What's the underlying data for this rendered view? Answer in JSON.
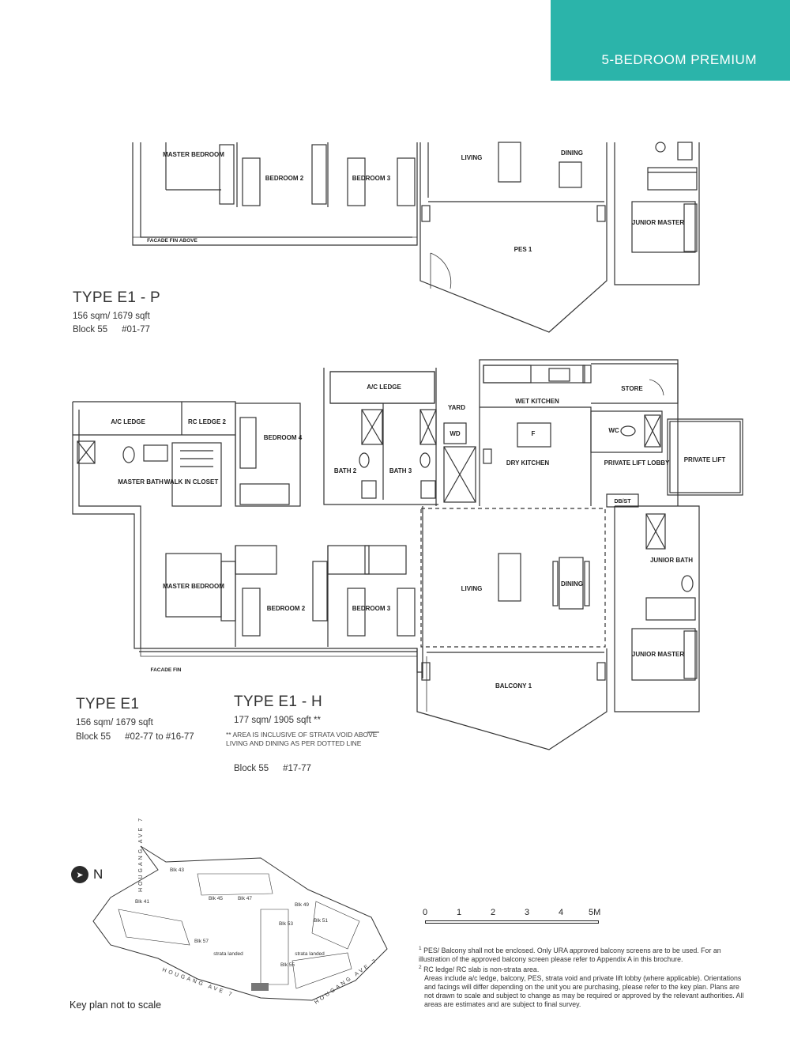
{
  "header": {
    "title": "5-BEDROOM PREMIUM"
  },
  "types": {
    "e1p": {
      "title": "TYPE E1 - P",
      "area": "156 sqm/ 1679 sqft",
      "block": "Block 55",
      "units": "#01-77"
    },
    "e1": {
      "title": "TYPE E1",
      "area": "156 sqm/ 1679 sqft",
      "block": "Block 55",
      "units": "#02-77 to #16-77"
    },
    "e1h": {
      "title": "TYPE E1 - H",
      "area": "177 sqm/ 1905 sqft **",
      "note": "** AREA IS INCLUSIVE OF STRATA VOID ABOVE LIVING AND DINING AS PER DOTTED LINE",
      "block": "Block 55",
      "units": "#17-77"
    }
  },
  "rooms_top": {
    "master_bedroom": "MASTER BEDROOM",
    "bedroom2": "BEDROOM 2",
    "bedroom3": "BEDROOM 3",
    "living": "LIVING",
    "dining": "DINING",
    "junior_master": "JUNIOR MASTER",
    "pes": "PES 1",
    "facade": "FACADE FIN ABOVE"
  },
  "rooms_main": {
    "ac_ledge_left": "A/C LEDGE",
    "rc_ledge": "RC LEDGE 2",
    "bedroom4": "BEDROOM 4",
    "master_bath": "MASTER BATH",
    "walk_in": "WALK IN CLOSET",
    "ac_ledge_top": "A/C LEDGE",
    "bath2": "BATH 2",
    "bath3": "BATH 3",
    "yard": "YARD",
    "wd": "WD",
    "wet_kitchen": "WET KITCHEN",
    "f": "F",
    "dry_kitchen": "DRY KITCHEN",
    "store": "STORE",
    "wc": "WC",
    "private_lift_lobby": "PRIVATE LIFT LOBBY",
    "private_lift": "PRIVATE LIFT",
    "dbst": "DB/ST",
    "junior_bath": "JUNIOR BATH",
    "master_bedroom": "MASTER BEDROOM",
    "bedroom2": "BEDROOM 2",
    "bedroom3": "BEDROOM 3",
    "living": "LIVING",
    "dining": "DINING",
    "junior_master": "JUNIOR MASTER",
    "balcony": "BALCONY 1",
    "facade": "FACADE FIN"
  },
  "keyplan": {
    "north": "N",
    "caption": "Key plan not to scale",
    "road1": "HOUGANG AVE 7",
    "road2": "HOUGANG AVE 7",
    "road3": "HOUGANG AVE 7",
    "blocks": [
      "Blk 43",
      "Blk 41",
      "Blk 45",
      "Blk 47",
      "Blk 49",
      "Blk 51",
      "Blk 53",
      "Blk 55",
      "Blk 57"
    ],
    "strata1": "strata landed",
    "strata2": "strata landed"
  },
  "scale": {
    "labels": [
      "0",
      "1",
      "2",
      "3",
      "4",
      "5M"
    ]
  },
  "footnotes": {
    "fn1_mark": "1",
    "fn1": "PES/ Balcony shall not be enclosed. Only URA approved balcony screens are to be used. For an illustration of the approved balcony screen please refer to Appendix A in this brochure.",
    "fn2_mark": "2",
    "fn2": "RC ledge/ RC slab is non-strata area.",
    "fn3": "Areas include a/c ledge, balcony, PES, strata void and private lift lobby (where applicable). Orientations and facings will differ depending on the unit you are purchasing, please refer to the key plan. Plans are not drawn to scale and subject to change as may be required or approved by the relevant authorities. All areas are estimates and are subject to final survey."
  }
}
